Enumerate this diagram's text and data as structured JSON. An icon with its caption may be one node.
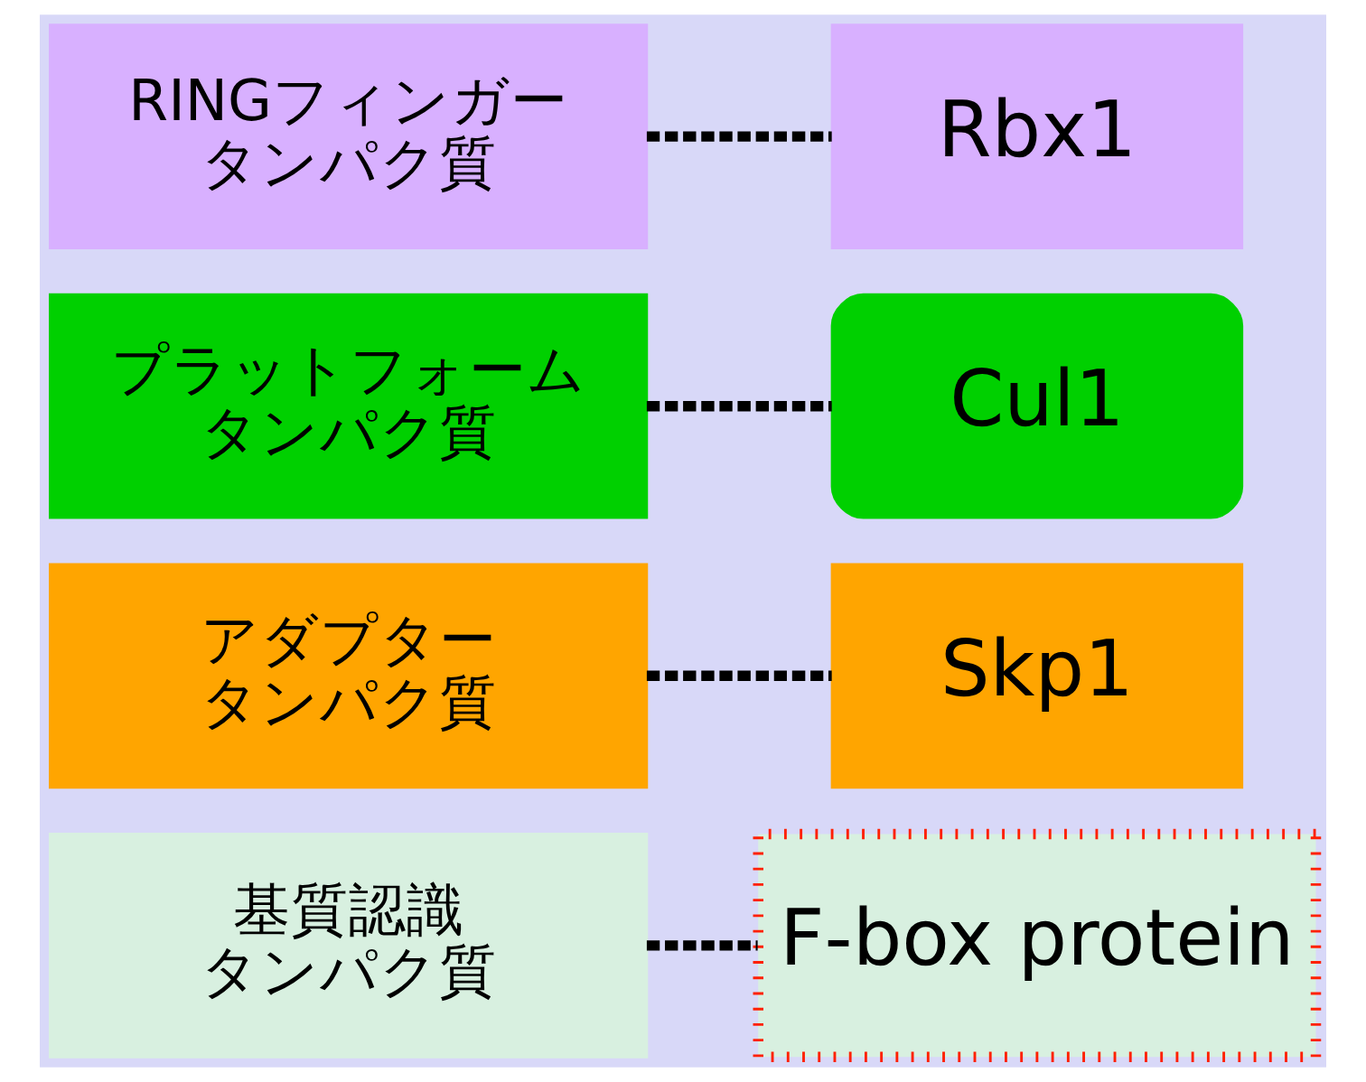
{
  "diagram": {
    "nodes": [
      {
        "text": [
          "RINGフィンガータンパク質"
        ]
      },
      {
        "text": [
          "プラットフォームタンパク質"
        ]
      },
      {
        "text": [
          "アダプタータンパク質"
        ]
      },
      {
        "text": [
          "基質認識タンパク質"
        ]
      },
      {
        "text": [
          "Rbx1"
        ]
      },
      {
        "text": [
          "Cul1"
        ]
      },
      {
        "text": [
          "Skp1"
        ]
      },
      {
        "text": [
          "F-box protein"
        ]
      }
    ],
    "edges": [
      {
        "from": 0,
        "to": 4,
        "arrow": "none",
        "style": "dashed"
      },
      {
        "from": 1,
        "to": 5,
        "arrow": "none",
        "style": "dashed"
      },
      {
        "from": 2,
        "to": 6,
        "arrow": "none",
        "style": "dashed"
      },
      {
        "from": 3,
        "to": 7,
        "arrow": "none",
        "style": "dashed"
      }
    ]
  }
}
